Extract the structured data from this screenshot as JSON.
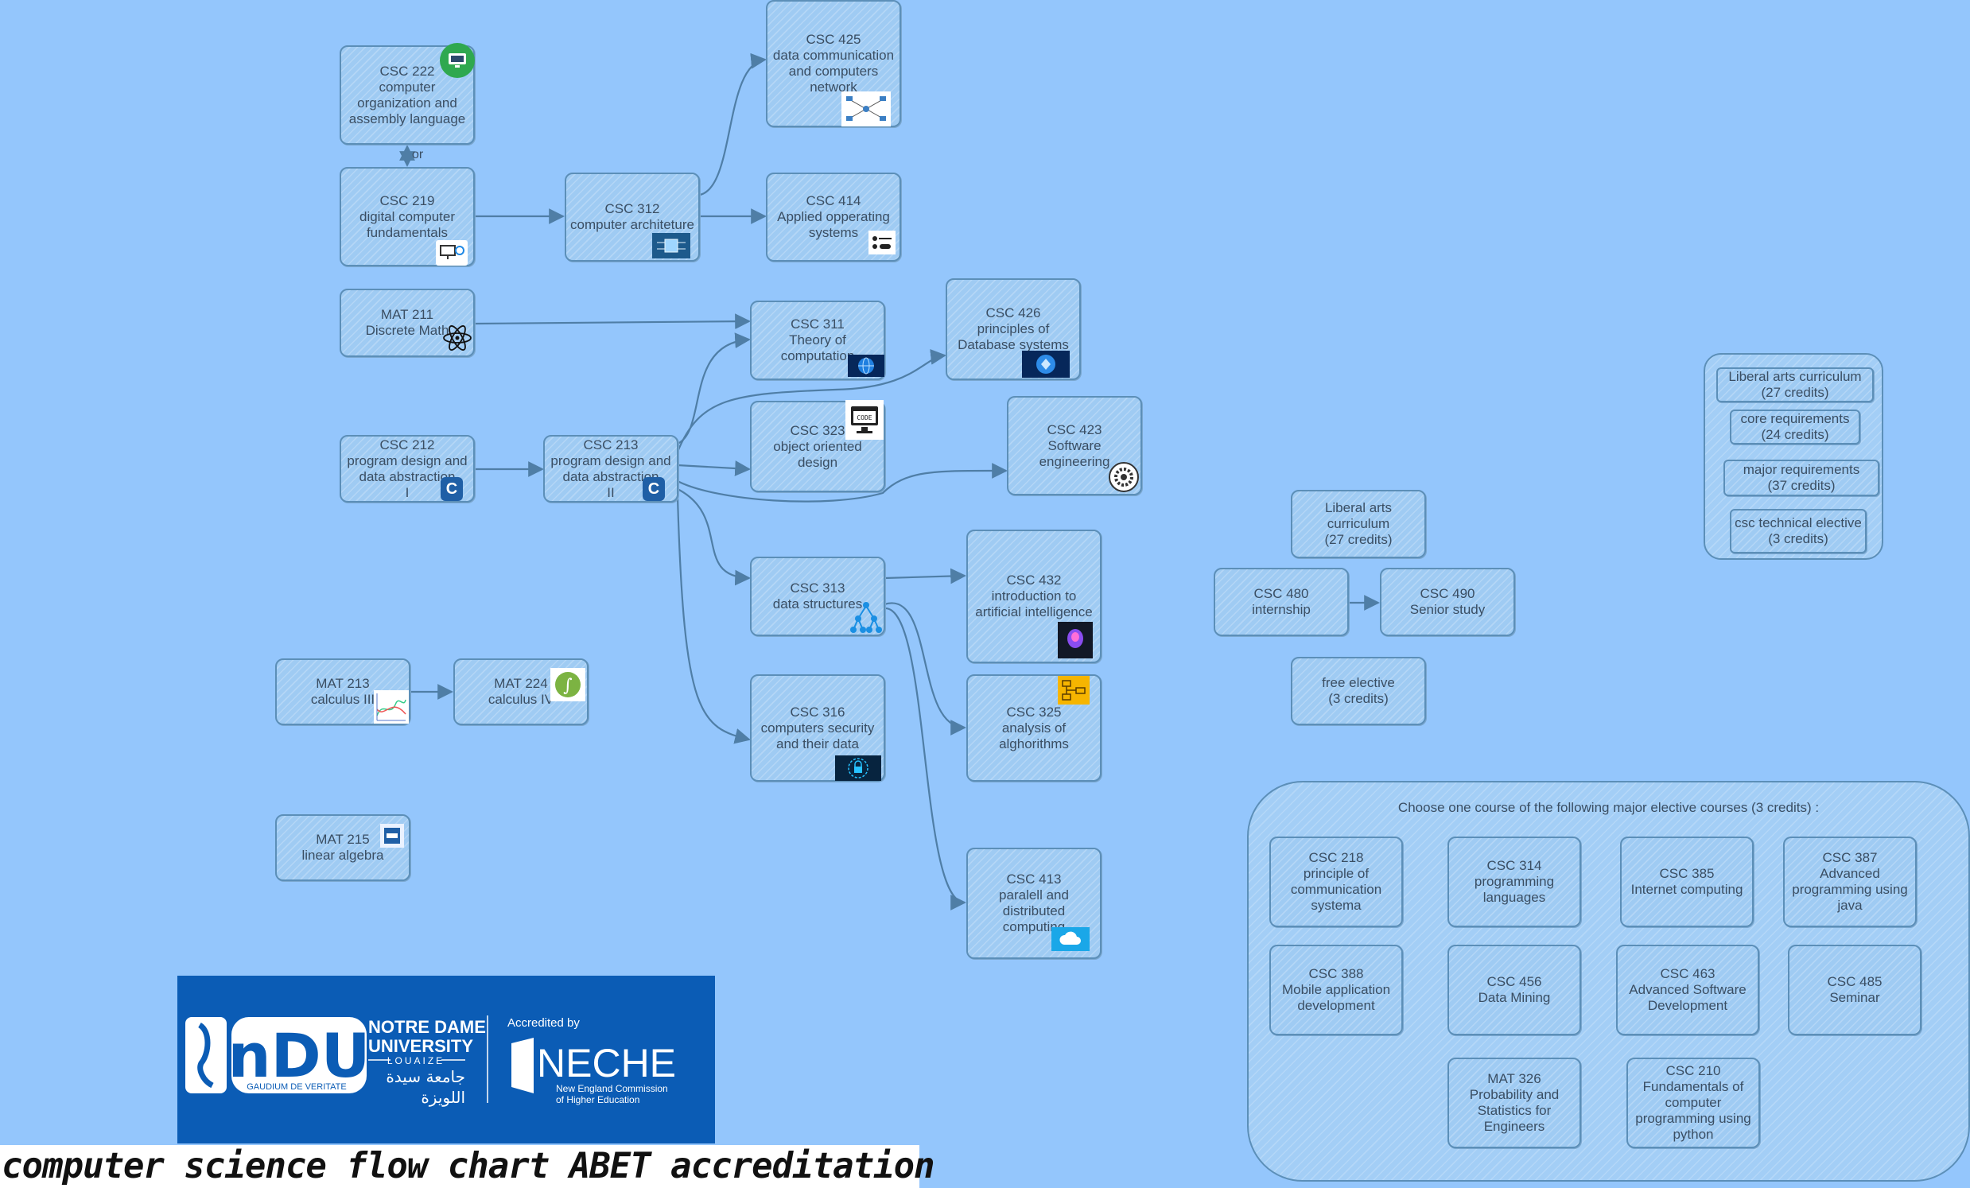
{
  "nodes": {
    "csc222": "CSC 222\ncomputer\norganization and\nassembly language",
    "csc219": "CSC 219\ndigital computer\nfundamentals",
    "mat211": "MAT 211\nDiscrete Math",
    "csc212": "CSC 212\nprogram design and\ndata abstraction\nI",
    "csc312": "CSC 312\ncomputer architeture",
    "csc213": "CSC 213\nprogram design and\ndata abstraction\nII",
    "csc425": "CSC 425\ndata communication\nand computers\nnetwork",
    "csc414": "CSC 414\nApplied opperating\nsystems",
    "csc311": "CSC 311\nTheory of\ncomputation",
    "csc426": "CSC 426\nprinciples of\nDatabase systems",
    "csc323": "CSC 323\nobject oriented design",
    "csc423": "CSC 423\nSoftware engineering",
    "csc313": "CSC 313\ndata structures",
    "csc432": "CSC 432\nintroduction to\nartificial intelligence",
    "csc316": "CSC 316\ncomputers security\nand their data",
    "csc325": "CSC 325\nanalysis of\nalghorithms",
    "csc413": "CSC 413\nparalell and\ndistributed computing",
    "mat213": "MAT 213\ncalculus III",
    "mat224": "MAT 224\ncalculus IV",
    "mat215": "MAT 215\nlinear algebra",
    "libarts": "Liberal arts\ncurriculum\n(27 credits)",
    "csc480": "CSC 480\ninternship",
    "csc490": "CSC 490\nSenior study",
    "free_elective": "free elective\n(3 credits)"
  },
  "or_label": "or",
  "legend": {
    "items": [
      "Liberal arts curriculum\n(27 credits)",
      "core requirements\n(24 credits)",
      "major requirements\n(37 credits)",
      "csc technical elective\n(3 credits)"
    ]
  },
  "electives": {
    "title": "Choose one course of the following major elective courses (3 credits) :",
    "items": [
      "CSC 218\nprinciple of\ncommunication\nsystema",
      "CSC 314\nprogramming\nlanguages",
      "CSC 385\nInternet computing",
      "CSC 387\nAdvanced\nprogramming using\njava",
      "CSC 388\nMobile application\ndevelopment",
      "CSC 456\nData Mining",
      "CSC 463\nAdvanced Software\nDevelopment",
      "CSC 485\nSeminar",
      "MAT 326\nProbability and\nStatistics for\nEngineers",
      "CSC 210\nFundamentals of\ncomputer\nprogramming using\npython"
    ]
  },
  "logo": {
    "letters": "nDU",
    "motto": "GAUDIUM DE VERITATE",
    "line1": "NOTRE DAME",
    "line2": "UNIVERSITY",
    "line3": "LOUAIZE",
    "arabic1": "جامعة سيدة",
    "arabic2": "اللويزة",
    "accredited": "Accredited by",
    "neche": "NECHE",
    "neche_sub1": "New England Commission",
    "neche_sub2": "of Higher Education"
  },
  "caption": "computer science flow chart ABET accreditation",
  "colors": {
    "background": "#94c6fc",
    "node_fill": "#9fcbf3",
    "node_border": "#5c8fb8",
    "arrow": "#4f7ea6",
    "logo_blue": "#0b5cb5"
  },
  "icons": {
    "csc222": "monitor-icon",
    "csc219": "usb-computer-icon",
    "mat211": "atom-icon",
    "csc212": "c-language-icon",
    "csc213": "c-language-icon",
    "csc312": "chip-icon",
    "csc425": "network-icon",
    "csc414": "os-toggle-icon",
    "csc311": "globe-icon",
    "csc426": "database-icon",
    "csc323": "code-window-icon",
    "csc423": "gear-icon",
    "csc313": "tree-structure-icon",
    "csc432": "ai-brain-icon",
    "csc316": "security-lock-icon",
    "csc325": "flowchart-icon",
    "csc413": "cloud-icon",
    "mat213": "graph-icon",
    "mat224": "integral-icon",
    "mat215": "book-icon"
  }
}
